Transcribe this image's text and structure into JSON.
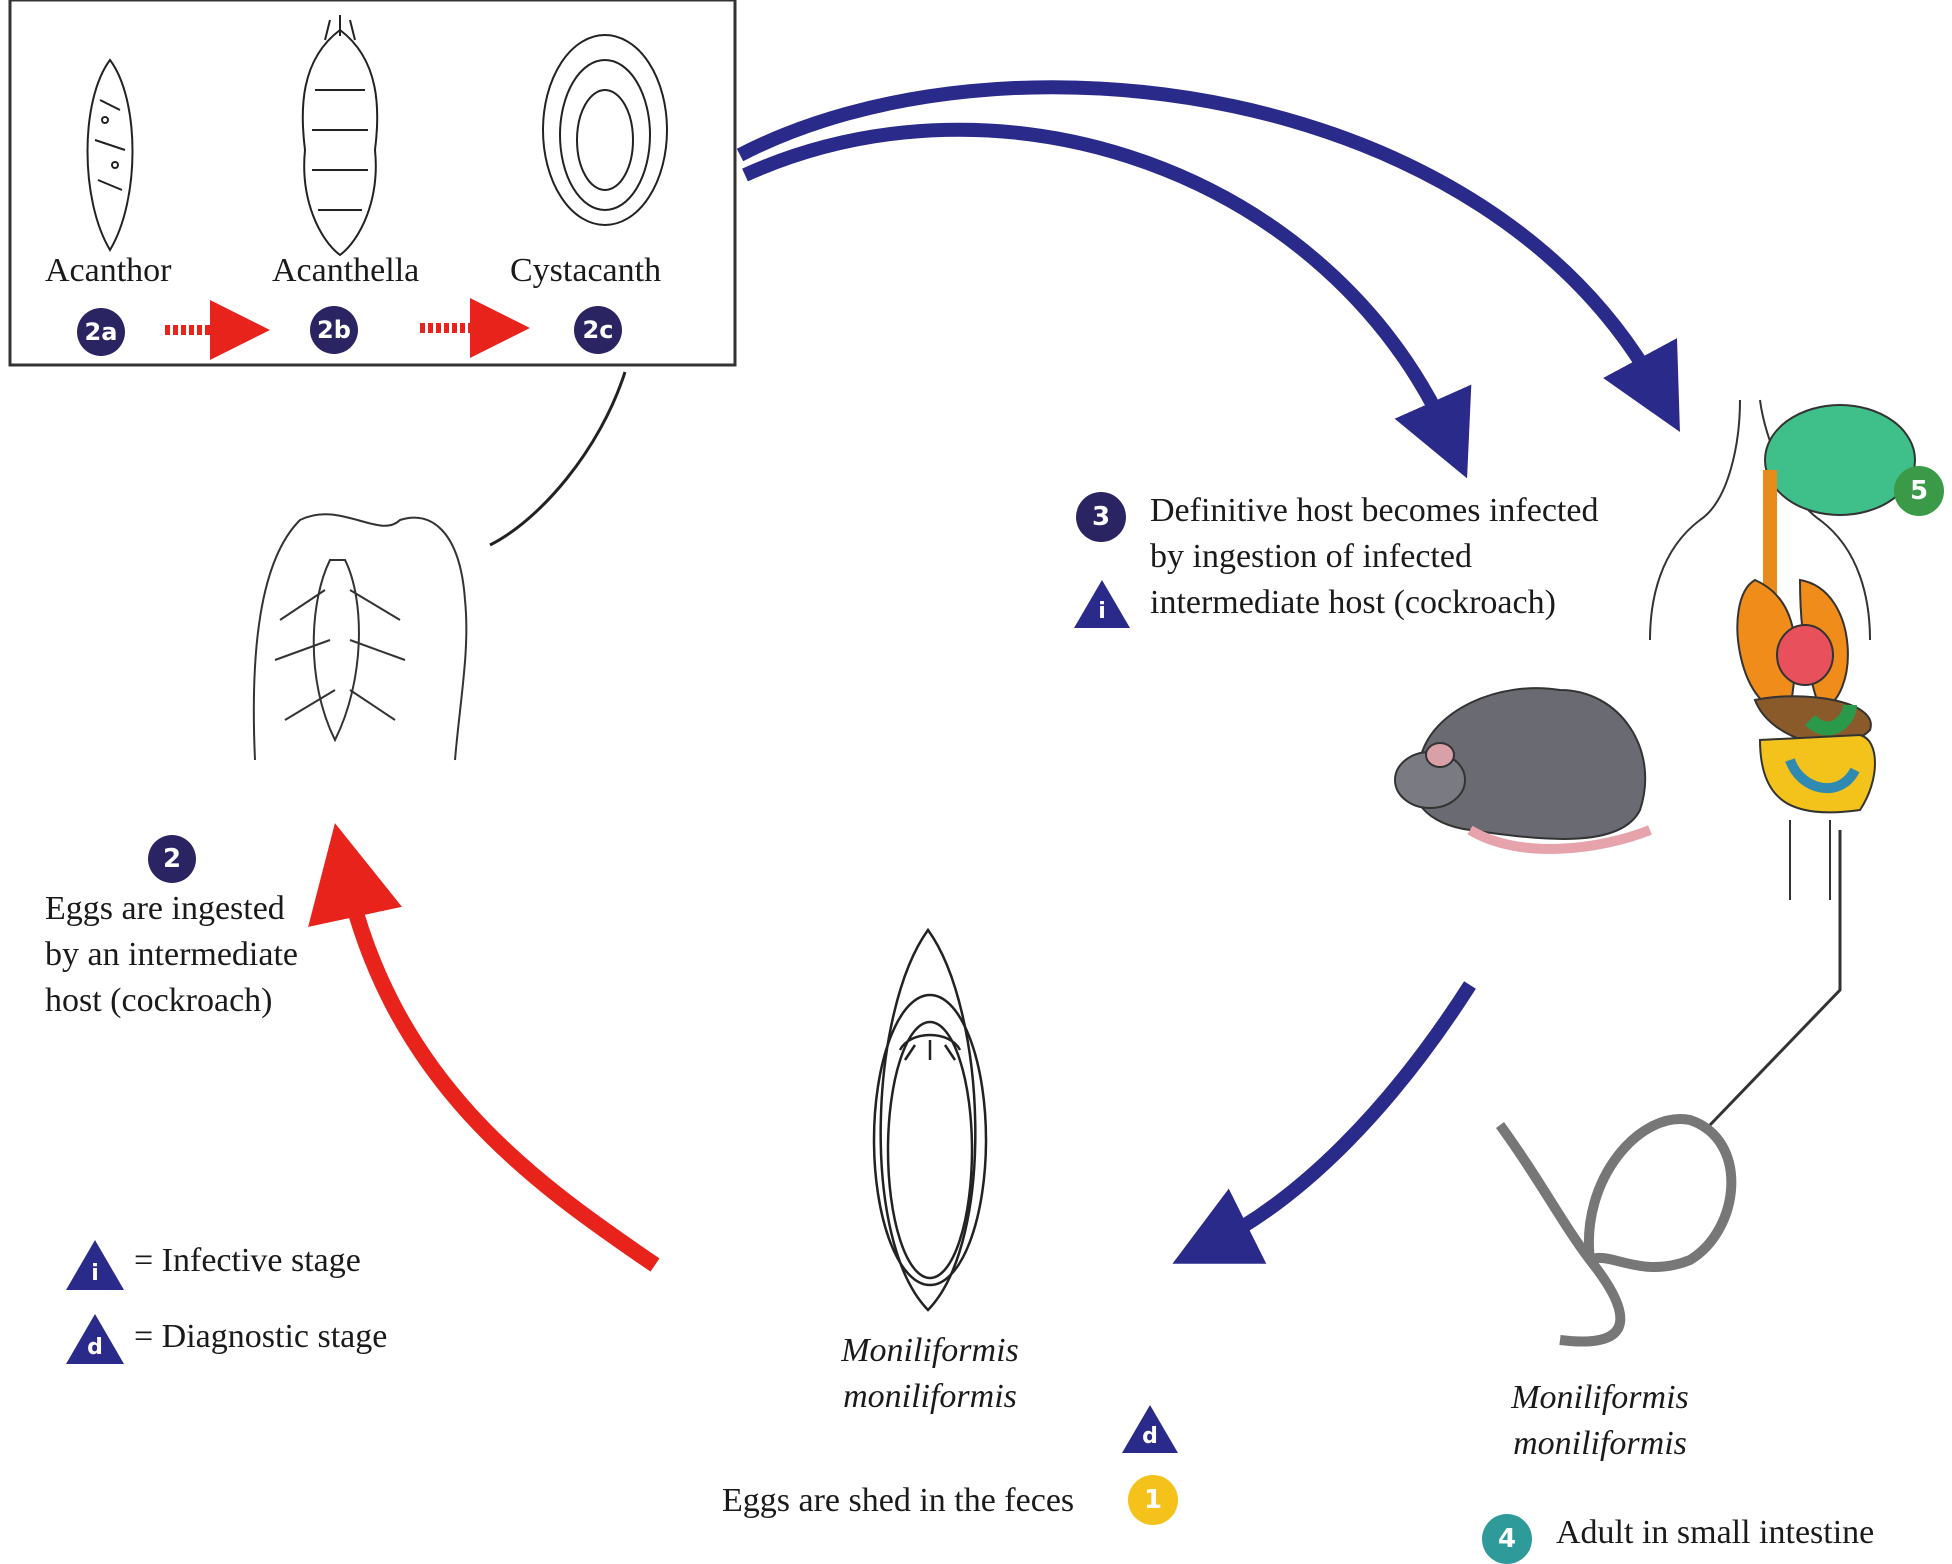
{
  "stages_box": {
    "acanthor": {
      "label": "Acanthor",
      "badge": "2a"
    },
    "acanthella": {
      "label": "Acanthella",
      "badge": "2b"
    },
    "cystacanth": {
      "label": "Cystacanth",
      "badge": "2c"
    }
  },
  "step2": {
    "badge": "2",
    "text": [
      "Eggs are ingested",
      "by an intermediate",
      "host (cockroach)"
    ]
  },
  "step3": {
    "badge": "3",
    "triangle": "i",
    "text": [
      "Definitive host becomes infected",
      "by ingestion of infected",
      "intermediate host (cockroach)"
    ]
  },
  "step5": {
    "badge": "5"
  },
  "step1": {
    "badge": "1",
    "triangle": "d",
    "text": "Eggs are shed in the feces",
    "species": [
      "Moniliformis",
      "moniliformis"
    ]
  },
  "step4": {
    "badge": "4",
    "text": "Adult in small intestine",
    "species": [
      "Moniliformis",
      "moniliformis"
    ]
  },
  "legend": {
    "infective": {
      "symbol": "i",
      "text": "= Infective stage"
    },
    "diagnostic": {
      "symbol": "d",
      "text": "= Diagnostic stage"
    }
  },
  "colors": {
    "navy": "#2a2a8a",
    "badge_dark": "#2b2463",
    "red": "#e8231c",
    "green": "#3a9a48",
    "yellow": "#f4c21b",
    "teal": "#2e9a9a"
  }
}
